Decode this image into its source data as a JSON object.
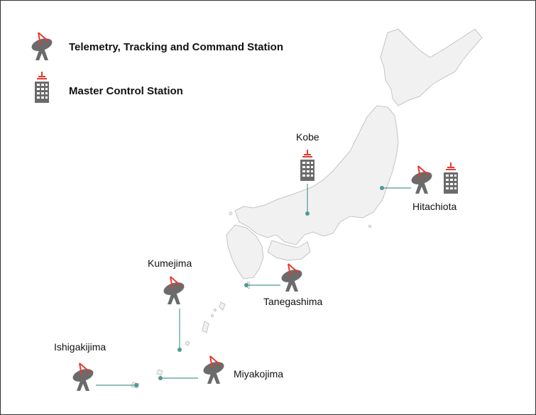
{
  "legend": {
    "tt_and_c": {
      "label": "Telemetry, Tracking  and Command Station",
      "icon": "satellite-dish-icon"
    },
    "master_control": {
      "label": "Master Control Station",
      "icon": "building-icon"
    }
  },
  "stations": [
    {
      "id": "kobe",
      "name": "Kobe",
      "types": [
        "master_control"
      ]
    },
    {
      "id": "hitachiota",
      "name": "Hitachiota",
      "types": [
        "tt_and_c",
        "master_control"
      ]
    },
    {
      "id": "tanegashima",
      "name": "Tanegashima",
      "types": [
        "tt_and_c"
      ]
    },
    {
      "id": "kumejima",
      "name": "Kumejima",
      "types": [
        "tt_and_c"
      ]
    },
    {
      "id": "miyakojima",
      "name": "Miyakojima",
      "types": [
        "tt_and_c"
      ]
    },
    {
      "id": "ishigakijima",
      "name": "Ishigakijima",
      "types": [
        "tt_and_c"
      ]
    }
  ],
  "colors": {
    "land_fill": "#f1f1f1",
    "land_stroke": "#c4c4c4",
    "icon_gray": "#6b6b6b",
    "icon_red": "#e63a2e",
    "connector": "#4f9a94"
  }
}
